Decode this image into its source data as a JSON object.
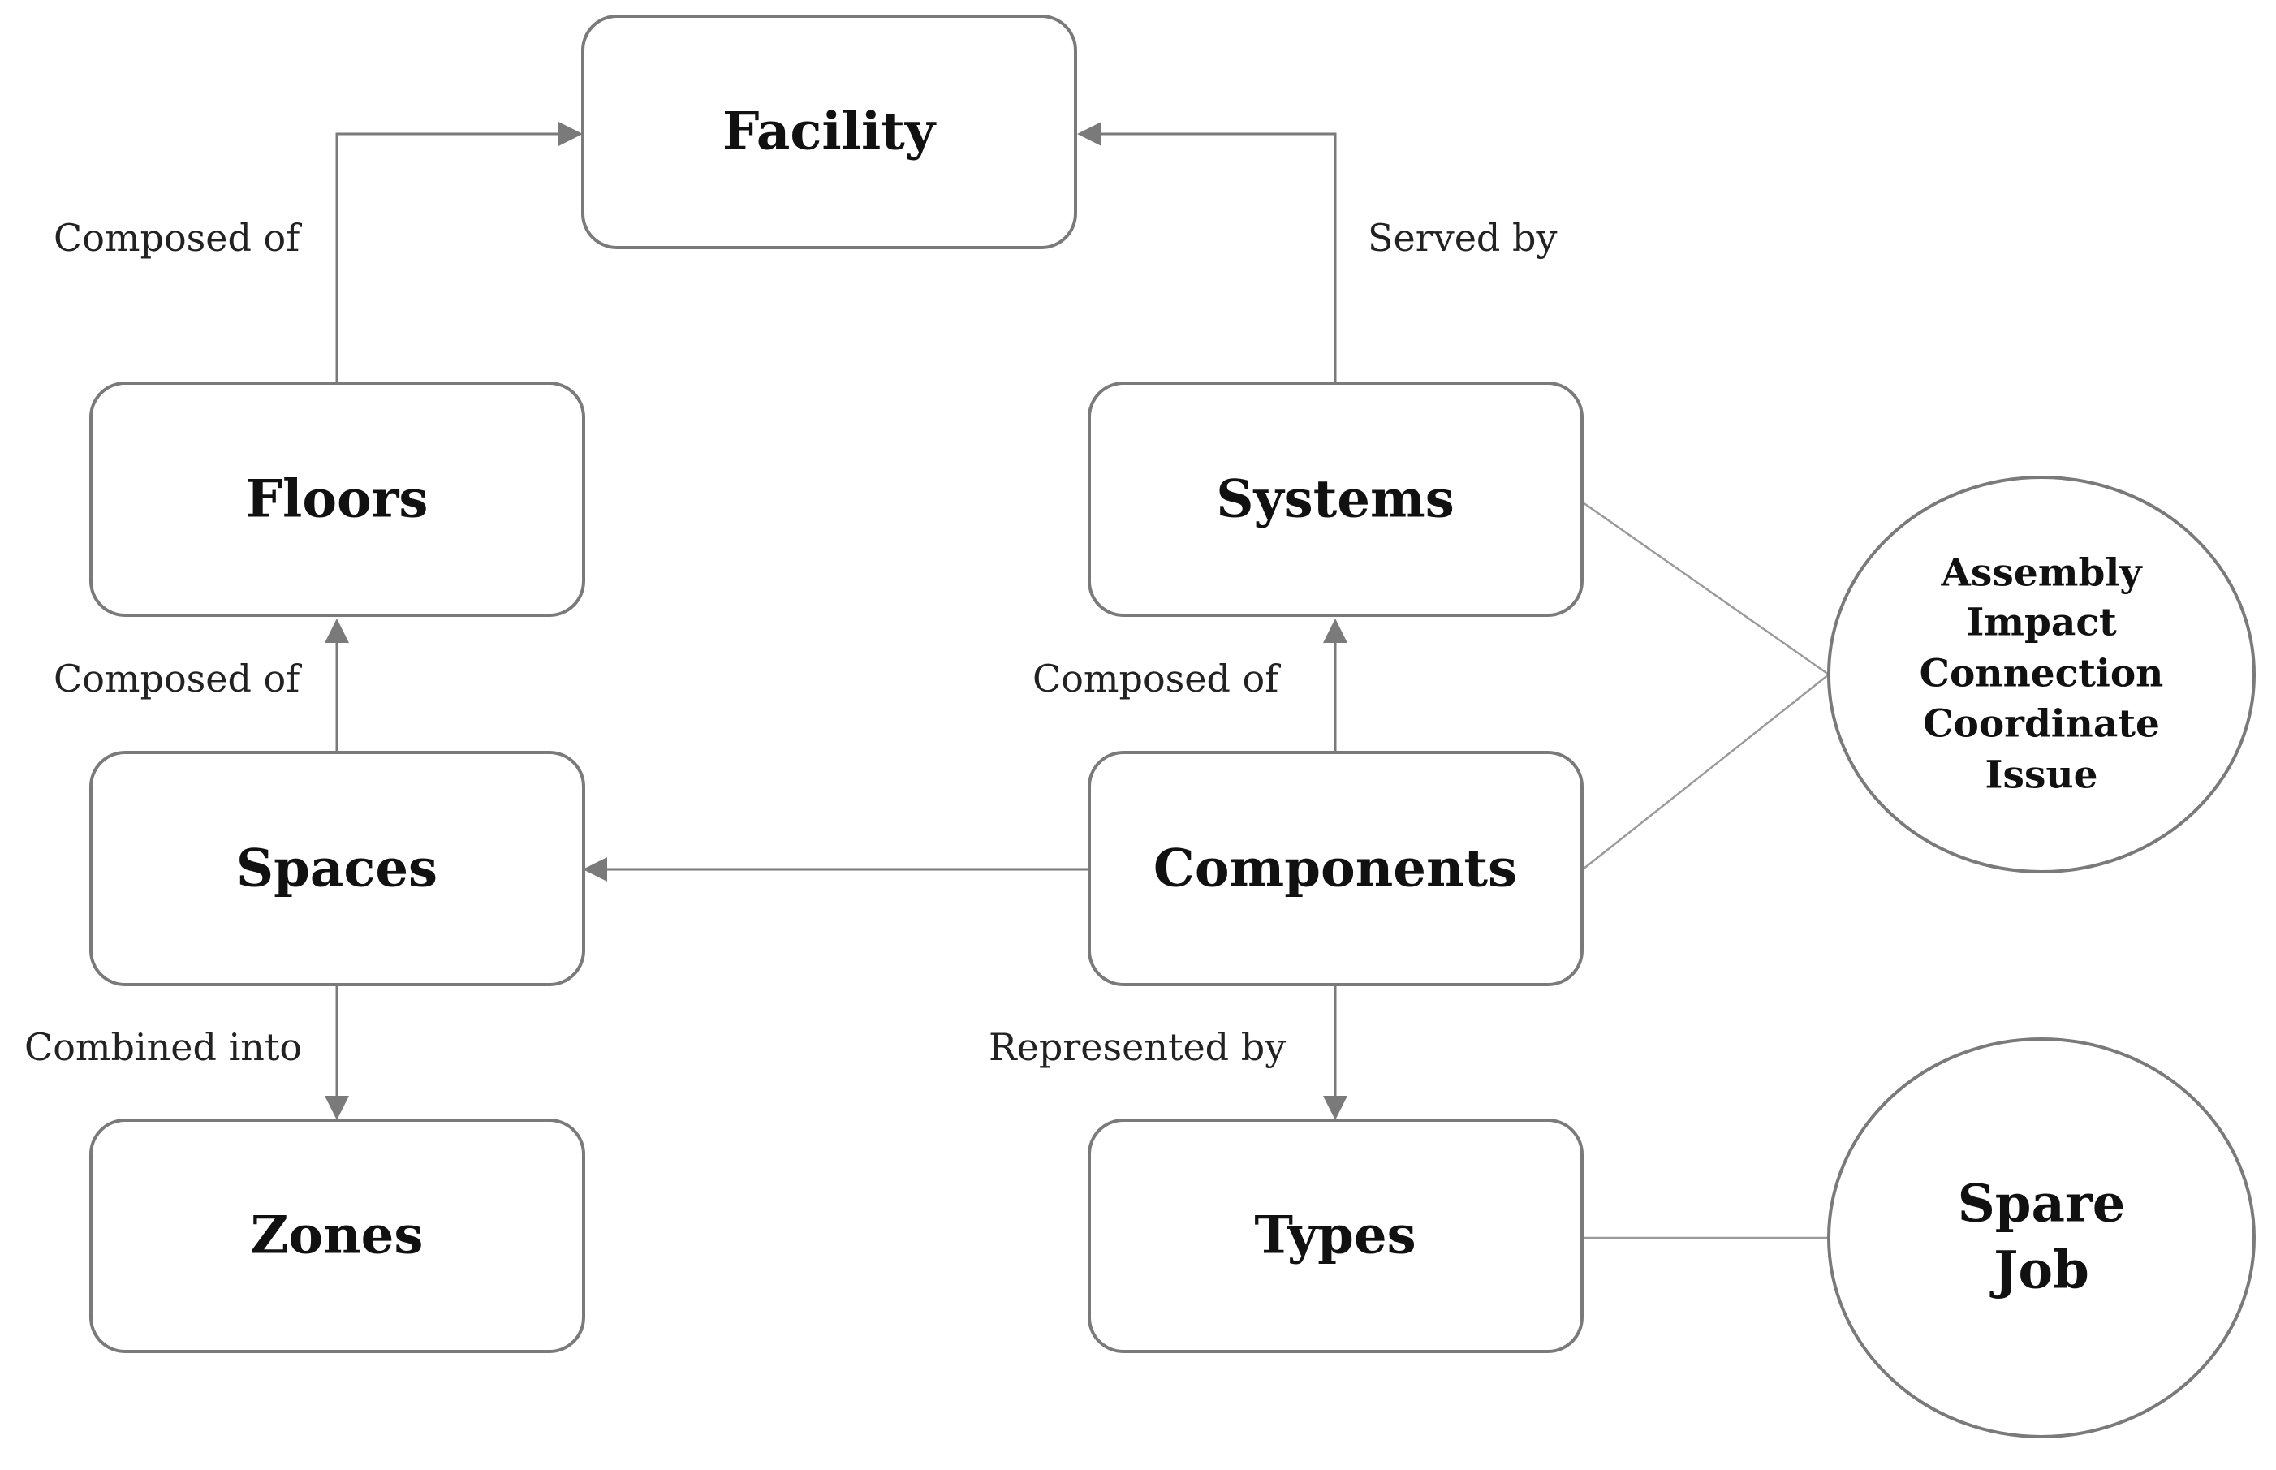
{
  "nodes": {
    "facility": "Facility",
    "floors": "Floors",
    "systems": "Systems",
    "spaces": "Spaces",
    "components": "Components",
    "zones": "Zones",
    "types": "Types"
  },
  "circles": {
    "assembly_group": [
      "Assembly",
      "Impact",
      "Connection",
      "Coordinate",
      "Issue"
    ],
    "spare_group": [
      "Spare",
      "Job"
    ]
  },
  "edges": {
    "floors_to_facility": "Composed of",
    "systems_to_facility": "Served by",
    "spaces_to_floors": "Composed of",
    "components_to_systems": "Composed of",
    "spaces_to_zones": "Combined into",
    "components_to_types": "Represented by"
  }
}
